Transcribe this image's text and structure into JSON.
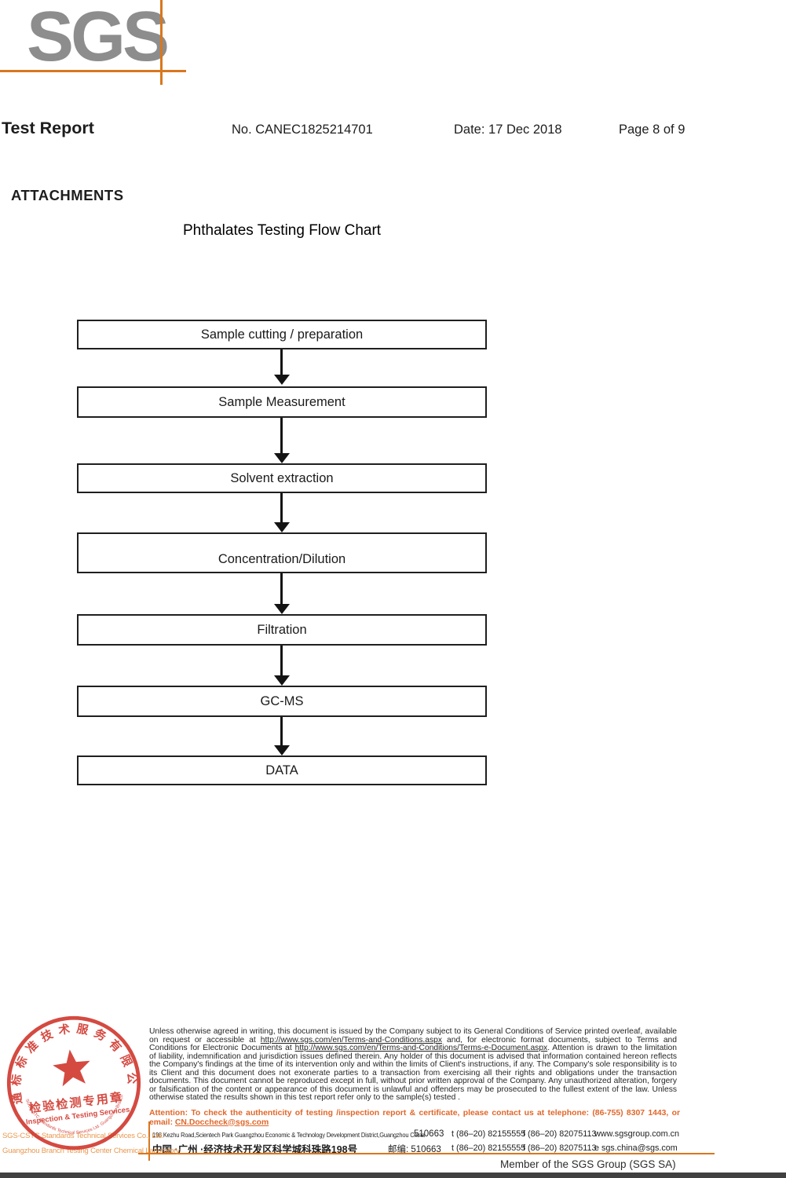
{
  "header": {
    "logo_text": "SGS",
    "title": "Test Report",
    "report_no": "No. CANEC1825214701",
    "date": "Date: 17 Dec 2018",
    "page": "Page 8 of 9"
  },
  "attachments": {
    "heading": "ATTACHMENTS",
    "chart_title": "Phthalates Testing Flow Chart"
  },
  "flowchart": {
    "steps": [
      {
        "label": "Sample cutting / preparation"
      },
      {
        "label": "Sample Measurement"
      },
      {
        "label": "Solvent extraction"
      },
      {
        "label": "Concentration/Dilution"
      },
      {
        "label": "Filtration"
      },
      {
        "label": "GC-MS"
      },
      {
        "label": "DATA"
      }
    ]
  },
  "stamp": {
    "ring_text_cn": "通标标准技术服务有限公司广州分公司",
    "center_cn": "检验检测专用章",
    "center_en": "Inspection & Testing Services",
    "ring_text_en": "SGS-CSTC Standards Technical Services Ltd. Guangzhou Branch",
    "color": "#cf3127"
  },
  "footer": {
    "company_line1": "SGS-CSTC Standards Technical Services Co., Ltd.",
    "company_line2": "Guangzhou Branch Testing Center Chemical Laboratory",
    "legal": {
      "p1": "Unless otherwise agreed in writing, this document is issued by the Company subject to its General Conditions of Service printed overleaf, available on request or accessible at ",
      "link1": "http://www.sgs.com/en/Terms-and-Conditions.aspx",
      "p2": " and, for electronic format documents, subject to Terms and Conditions for Electronic Documents at ",
      "link2": "http://www.sgs.com/en/Terms-and-Conditions/Terms-e-Document.aspx",
      "p3": ". Attention is drawn to the limitation of liability, indemnification and jurisdiction issues defined therein. Any holder of this document is advised that information contained hereon reflects the Company's findings at the time of its intervention only and within the limits of Client's instructions, if any. The Company's sole responsibility is to its Client and this document does not exonerate parties to a transaction from exercising all their rights and obligations under the transaction documents. This document cannot be reproduced except in full, without prior written approval of the Company. Any unauthorized alteration, forgery or falsification of the content or appearance of this document is unlawful and offenders may be prosecuted to the fullest extent of the law. Unless otherwise stated the results shown in this test report refer only to the sample(s) tested ."
    },
    "attention": {
      "label": "Attention:",
      "text": " To check the authenticity of testing /inspection report & certificate, please contact us at telephone: (86-755) 8307 1443, or email: ",
      "email": "CN.Doccheck@sgs.com"
    },
    "address": {
      "en": "198 Kezhu Road,Scientech Park Guangzhou Economic & Technology Development District,Guangzhou China",
      "en_postal": "510663",
      "tel": "t (86–20) 82155555",
      "fax": "f (86–20) 82075113",
      "web": "www.sgsgroup.com.cn",
      "cn": "中国 ·广州 ·经济技术开发区科学城科珠路198号",
      "cn_postal": "邮编: 510663",
      "email": "e  sgs.china@sgs.com"
    },
    "member": "Member of the SGS Group (SGS SA)"
  },
  "colors": {
    "accent_orange": "#d9771e",
    "stamp_red": "#cf3127",
    "company_orange": "#e8984f",
    "attention_orange": "#e0672a",
    "logo_gray": "#8d8d8d"
  }
}
